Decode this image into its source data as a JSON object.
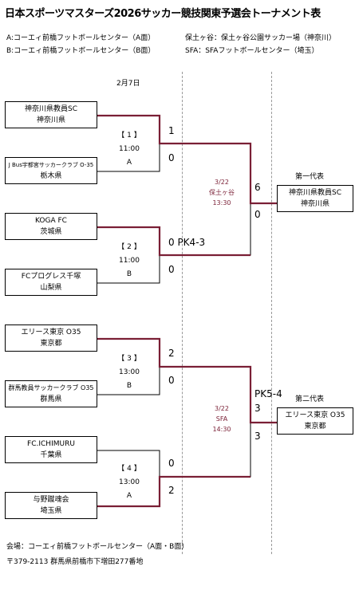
{
  "title": "日本スポーツマスターズ2026サッカー競技関東予選会トーナメント表",
  "venue_notes": {
    "left": [
      "A:コーエィ前橋フットボールセンター（A面）",
      "B:コーエィ前橋フットボールセンター（B面）"
    ],
    "right": [
      "保土ヶ谷：保土ヶ谷公園サッカー場（神奈川）",
      "SFA：SFAフットボールセンター（埼玉）"
    ]
  },
  "round1_date": "2月7日",
  "teams": [
    {
      "name": "神奈川県教員SC",
      "pref": "神奈川県"
    },
    {
      "name": "J Bus宇都宮サッカークラブ O-35",
      "pref": "栃木県"
    },
    {
      "name": "KOGA FC",
      "pref": "茨城県"
    },
    {
      "name": "FCプログレス千塚",
      "pref": "山梨県"
    },
    {
      "name": "エリース東京 O35",
      "pref": "東京都"
    },
    {
      "name": "群馬教員サッカークラブ O35",
      "pref": "群馬県"
    },
    {
      "name": "FC.ICHIMURU",
      "pref": "千葉県"
    },
    {
      "name": "与野蹴魂会",
      "pref": "埼玉県"
    }
  ],
  "matches": [
    {
      "label": "【 1 】",
      "time": "11:00",
      "field": "A",
      "score_top": "1",
      "score_bottom": "0"
    },
    {
      "label": "【 2 】",
      "time": "11:00",
      "field": "B",
      "score_top": "0 PK4-3",
      "score_bottom": "0"
    },
    {
      "label": "【 3 】",
      "time": "13:00",
      "field": "B",
      "score_top": "2",
      "score_bottom": "0"
    },
    {
      "label": "【 4 】",
      "time": "13:00",
      "field": "A",
      "score_top": "0",
      "score_bottom": "2"
    }
  ],
  "finals": [
    {
      "date": "3/22",
      "venue": "保土ヶ谷",
      "time": "13:30",
      "score_top": "6",
      "score_bottom": "0",
      "rep_label": "第一代表",
      "winner_name": "神奈川県教員SC",
      "winner_pref": "神奈川県"
    },
    {
      "date": "3/22",
      "venue": "SFA",
      "time": "14:30",
      "score_pk": "PK5-4",
      "score_top": "3",
      "score_bottom": "3",
      "rep_label": "第二代表",
      "winner_name": "エリース東京 O35",
      "winner_pref": "東京都"
    }
  ],
  "footer": {
    "venue": "会場：コーエィ前橋フットボールセンター（A面・B面）",
    "address": "〒379-2113 群馬県前橋市下増田277番地"
  },
  "colors": {
    "win_line": "#7a1f35",
    "line": "#000000",
    "venue_text": "#7a1f35"
  }
}
